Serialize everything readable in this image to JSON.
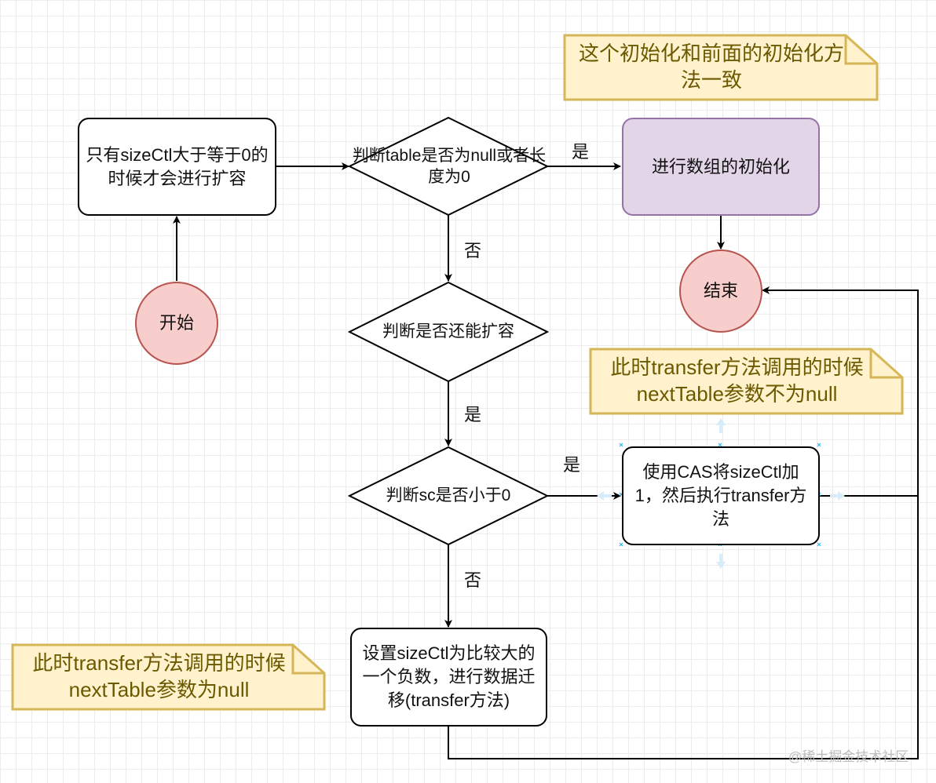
{
  "nodes": {
    "start": "开始",
    "precondition": "只有sizeCtl大于等于0的时候才会进行扩容",
    "check_table": "判断table是否为null或者长度为0",
    "init_array": "进行数组的初始化",
    "end": "结束",
    "check_expand": "判断是否还能扩容",
    "check_sc": "判断sc是否小于0",
    "cas_transfer": "使用CAS将sizeCtl加1，然后执行transfer方法",
    "set_negative": "设置sizeCtl为比较大的一个负数，进行数据迁移(transfer方法)"
  },
  "notes": {
    "init_note": "这个初始化和前面的初始化方法一致",
    "next_table_not_null": "此时transfer方法调用的时候nextTable参数不为null",
    "next_table_null": "此时transfer方法调用的时候nextTable参数为null"
  },
  "edge_labels": {
    "table_yes": "是",
    "table_no": "否",
    "expand_yes": "是",
    "sc_yes": "是",
    "sc_no": "否"
  },
  "watermark": "@稀土掘金技术社区",
  "colors": {
    "note_fill": "#fff2cc",
    "note_border": "#d6b656",
    "note_text": "#6b5900",
    "circle_fill": "#f8cecc",
    "circle_border": "#b85450",
    "purple_fill": "#e1d5e7",
    "purple_border": "#9673a6"
  }
}
